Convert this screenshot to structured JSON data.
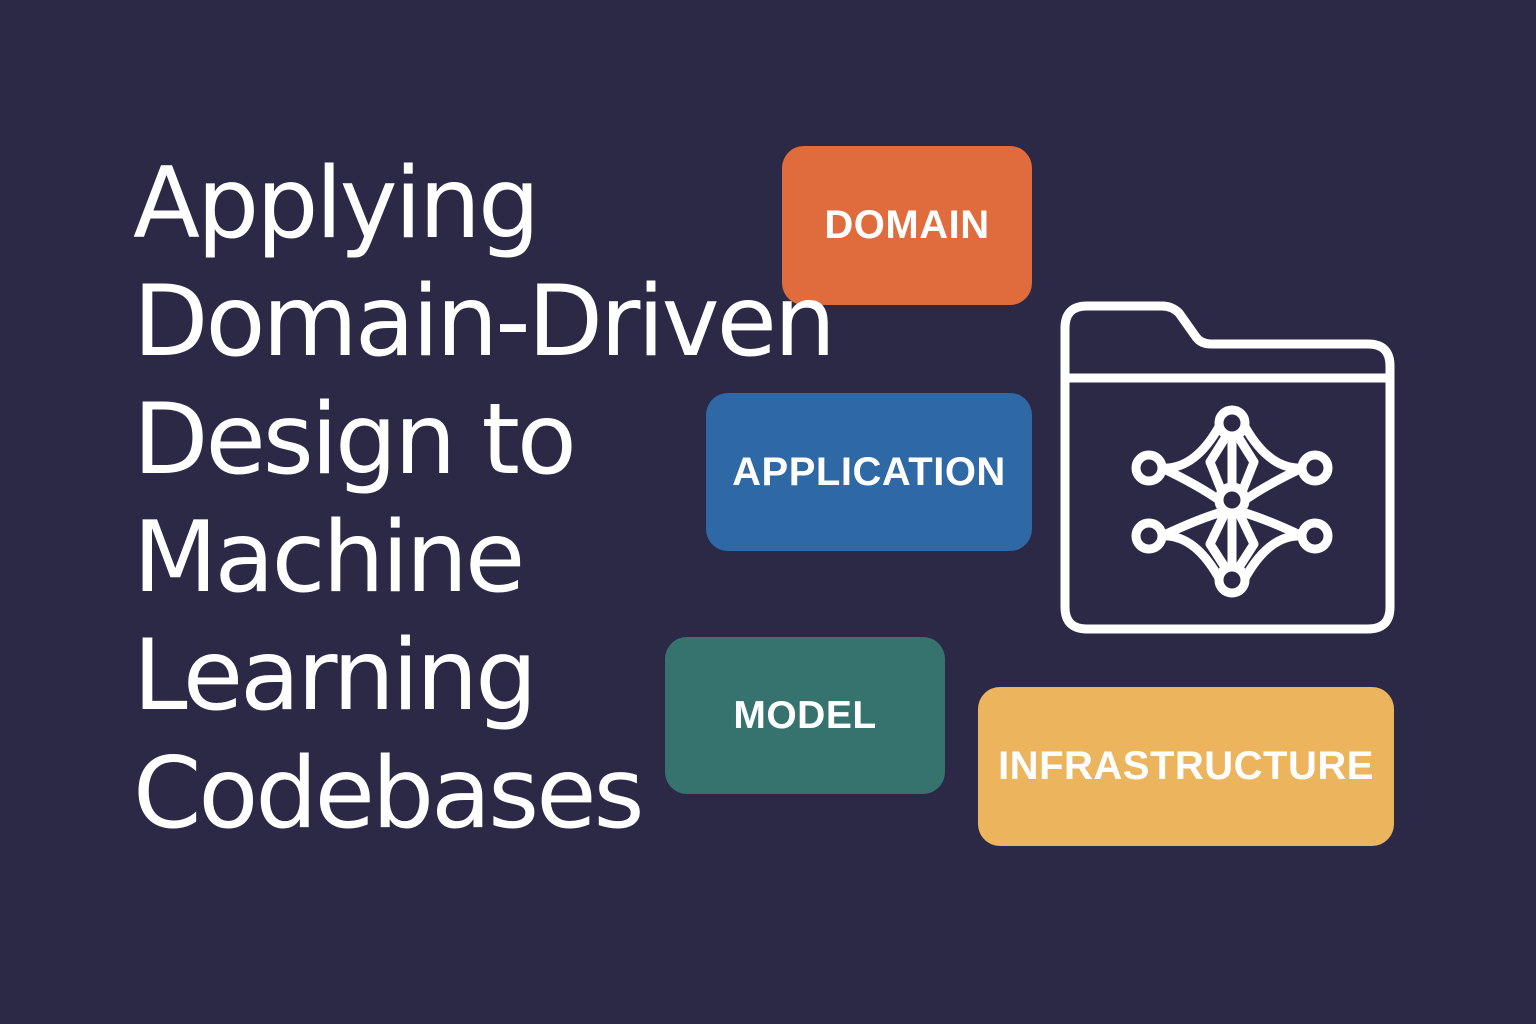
{
  "title_lines": [
    "Applying",
    "Domain-Driven",
    "Design to",
    "Machine",
    "Learning",
    "Codebases"
  ],
  "layers": {
    "domain": {
      "label": "DOMAIN",
      "color": "#e06b3c"
    },
    "application": {
      "label": "APPLICATION",
      "color": "#2e68a5"
    },
    "model": {
      "label": "MODEL",
      "color": "#36736f"
    },
    "infrastructure": {
      "label": "INFRASTRUCTURE",
      "color": "#ecb45c"
    }
  },
  "icon": "folder-with-network-icon",
  "colors": {
    "background": "#2c2947",
    "text": "#ffffff"
  }
}
